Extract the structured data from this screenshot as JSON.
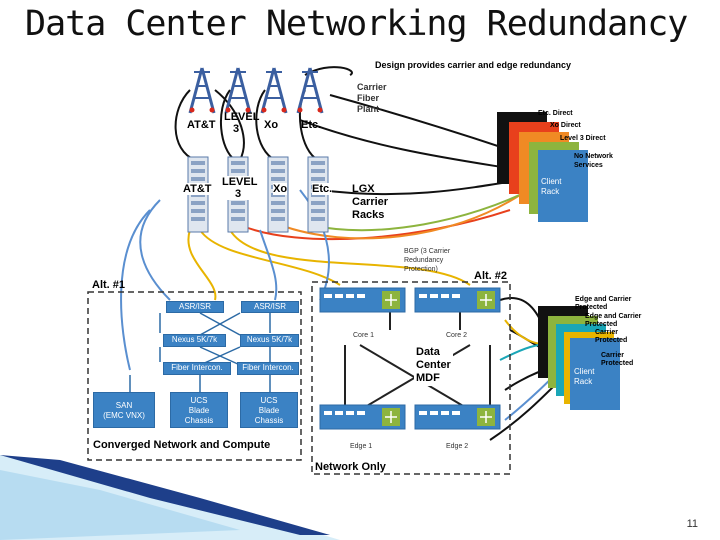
{
  "title": "Data Center Networking Redundancy",
  "top_note": "Design provides carrier and edge redundancy",
  "carrier_plant": {
    "line1": "Carrier",
    "line2": "Fiber",
    "line3": "Plant"
  },
  "towers": [
    "AT&T",
    "LEVEL 3",
    "Xo",
    "Etc."
  ],
  "racks": [
    "AT&T",
    "LEVEL 3",
    "Xo",
    "Etc."
  ],
  "lgx": {
    "line1": "LGX",
    "line2": "Carrier",
    "line3": "Racks"
  },
  "direct_labels": [
    "Etc. Direct",
    "Xo Direct",
    "Level 3 Direct",
    "No Network Services"
  ],
  "client_rack": {
    "line1": "Client",
    "line2": "Rack"
  },
  "bgp_note": {
    "line1": "BGP (3 Carrier",
    "line2": "Redundancy",
    "line3": "Protection)"
  },
  "alt1": "Alt. #1",
  "alt2": "Alt. #2",
  "converged": {
    "asr_left": "ASR/ISR",
    "asr_right": "ASR/ISR",
    "nexus_left": "Nexus 5K/7k",
    "nexus_right": "Nexus 5K/7k",
    "fiber_left": "Fiber Intercon.",
    "fiber_right": "Fiber Intercon.",
    "san": {
      "line1": "SAN",
      "line2": "(EMC VNX)"
    },
    "ucs1": {
      "line1": "UCS",
      "line2": "Blade",
      "line3": "Chassis"
    },
    "ucs2": {
      "line1": "UCS",
      "line2": "Blade",
      "line3": "Chassis"
    },
    "caption": "Converged Network and Compute"
  },
  "network_only": {
    "core1": "Core 1",
    "core2": "Core 2",
    "edge1": "Edge 1",
    "edge2": "Edge 2",
    "mdf": {
      "line1": "Data",
      "line2": "Center",
      "line3": "MDF"
    },
    "caption": "Network Only"
  },
  "protected_labels": [
    "Edge and Carrier Protected",
    "Edge and Carrier Protected",
    "Carrier Protected",
    "Carrier Protected"
  ],
  "page_number": "11",
  "colors": {
    "blue": "#3b82c4",
    "red": "#e8401c",
    "orange": "#f08a24",
    "green": "#8db43e",
    "teal": "#1aa6b7",
    "black": "#111111"
  }
}
